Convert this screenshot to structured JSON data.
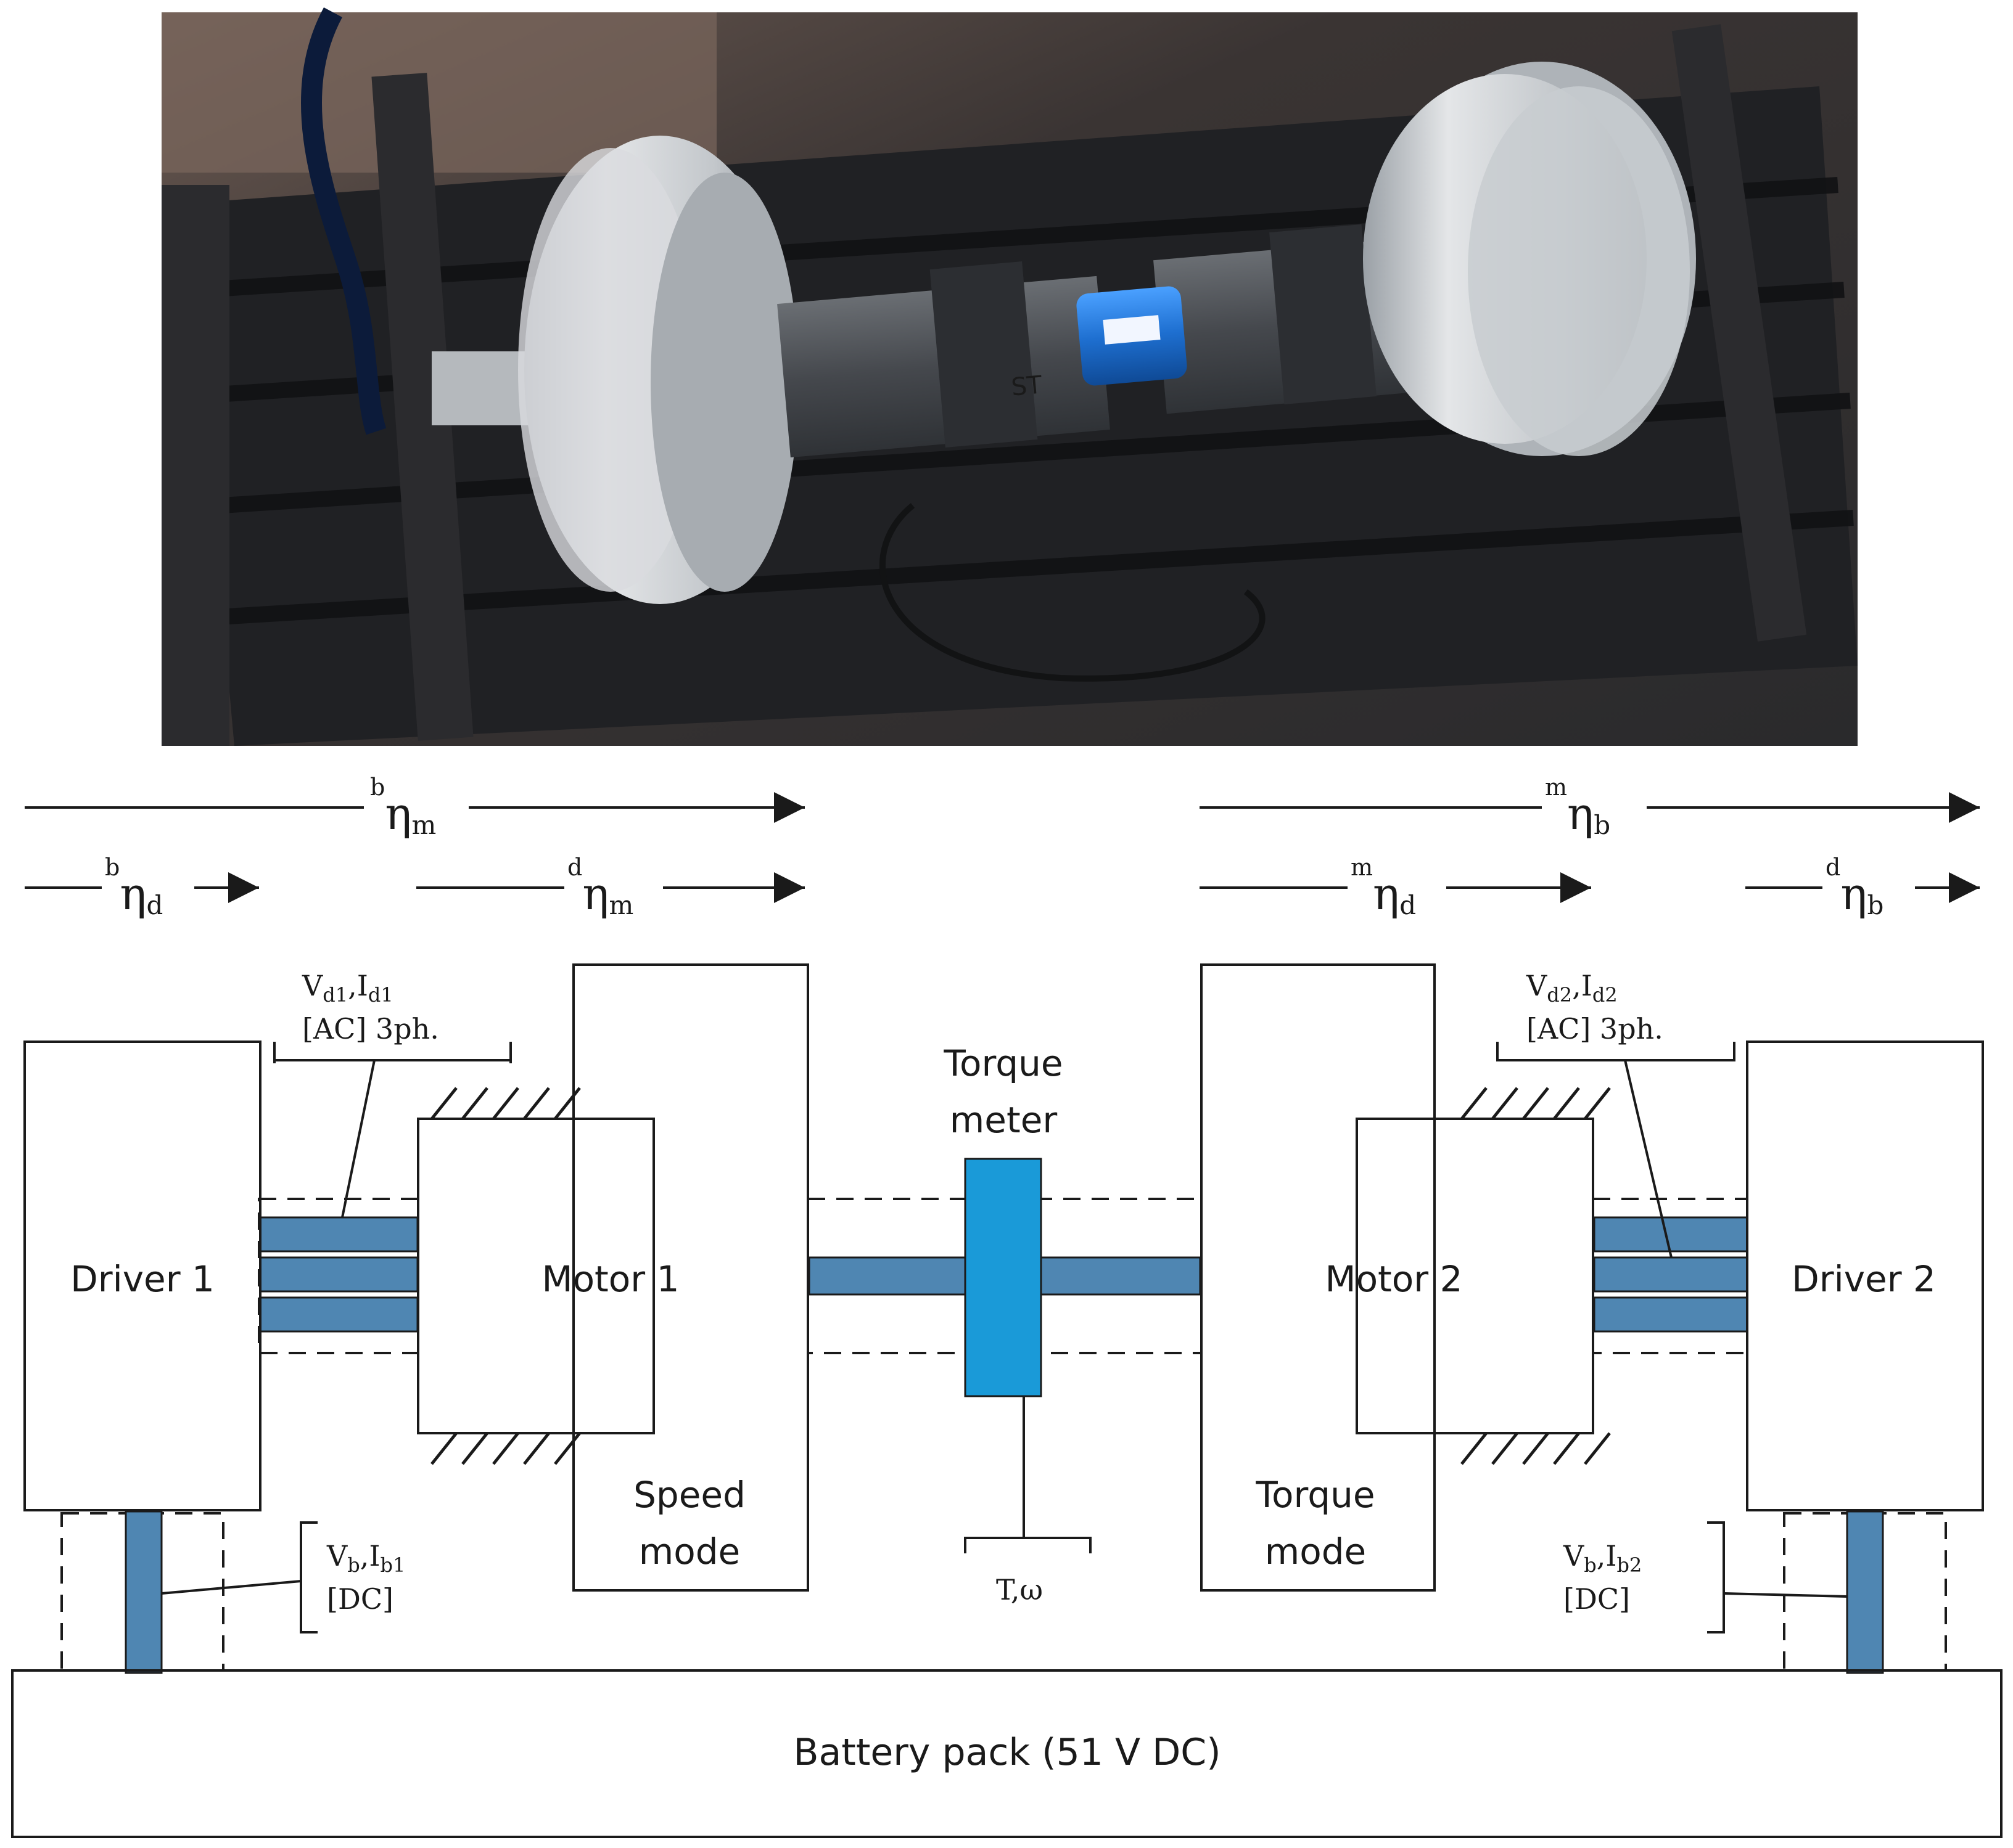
{
  "photo": {
    "annotation": "ST",
    "colors": {
      "frame": "#1f1f22",
      "motor": "#c9cdd2",
      "coupling": "#4a4d52",
      "sensor": "#1e6fd0"
    }
  },
  "efficiency": {
    "b_eta_m": {
      "pre": "b",
      "base": "η",
      "sub": "m"
    },
    "m_eta_b": {
      "pre": "m",
      "base": "η",
      "sub": "b"
    },
    "b_eta_d": {
      "pre": "b",
      "base": "η",
      "sub": "d"
    },
    "d_eta_m": {
      "pre": "d",
      "base": "η",
      "sub": "m"
    },
    "m_eta_d": {
      "pre": "m",
      "base": "η",
      "sub": "d"
    },
    "d_eta_b": {
      "pre": "d",
      "base": "η",
      "sub": "b"
    }
  },
  "blocks": {
    "driver1": "Driver 1",
    "motor1": "Motor 1",
    "speed_mode": [
      "Speed",
      "mode"
    ],
    "torque_meter": [
      "Torque",
      "meter"
    ],
    "motor2": "Motor 2",
    "torque_mode": [
      "Torque",
      "mode"
    ],
    "driver2": "Driver 2",
    "battery": "Battery pack (51 V DC)"
  },
  "signals": {
    "ac1": {
      "line1": [
        {
          "t": "V",
          "s": "d1"
        },
        {
          "t": ",I",
          "s": "d1"
        }
      ],
      "line2": "[AC] 3ph."
    },
    "ac2": {
      "line1": [
        {
          "t": "V",
          "s": "d2"
        },
        {
          "t": ",I",
          "s": "d2"
        }
      ],
      "line2": "[AC] 3ph."
    },
    "dc1": {
      "line1": [
        {
          "t": "V",
          "s": "b"
        },
        {
          "t": ",I",
          "s": "b1"
        }
      ],
      "line2": "[DC]"
    },
    "dc2": {
      "line1": [
        {
          "t": "V",
          "s": "b"
        },
        {
          "t": ",I",
          "s": "b2"
        }
      ],
      "line2": "[DC]"
    },
    "tw": "T,ω"
  },
  "colors": {
    "shaft": "#4f86b2",
    "sensor": "#1a9ad8",
    "line": "#1a1a1a"
  }
}
